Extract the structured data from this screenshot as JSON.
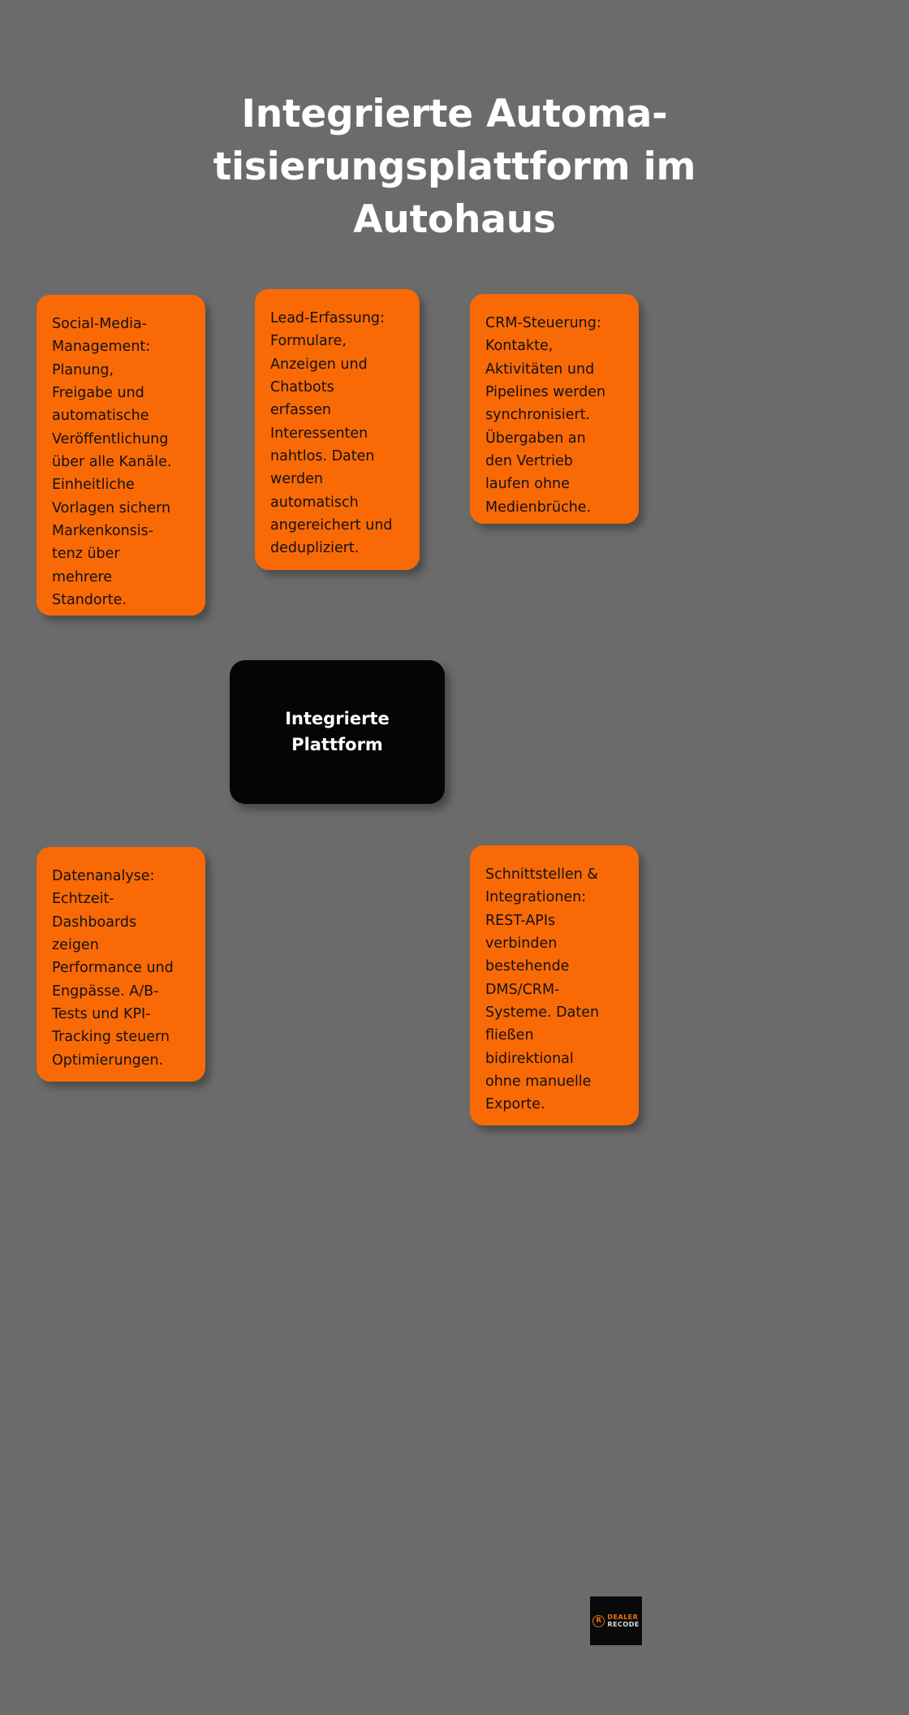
{
  "background_color": "#6b6b6b",
  "accent_color": "#f96a06",
  "node_color": "#050505",
  "title": {
    "full": "Integrierte Automatisierungsplattform im Autohaus",
    "lines": [
      "Integrierte Automa-",
      "tisierungsplattform im",
      "Autohaus"
    ]
  },
  "center_node": {
    "label": "Integrierte\nPlattform"
  },
  "cards": [
    {
      "id": "social",
      "title": "Social-Media-Management",
      "text": "Social-Media-\nManagement:\nPlanung,\nFreigabe und\nautomatische\nVeröffentlichung\nüber alle Kanäle.\nEinheitliche\nVorlagen sichern\nMarkenkonsis-\ntenz über\nmehrere\nStandorte."
    },
    {
      "id": "lead",
      "title": "Lead-Erfassung",
      "text": "Lead-Erfassung:\nFormulare,\nAnzeigen und\nChatbots\nerfassen\nInteressenten\nnahtlos. Daten\nwerden\nautomatisch\nangereichert und\ndedupliziert."
    },
    {
      "id": "crm",
      "title": "CRM-Steuerung",
      "text": "CRM-Steuerung:\nKontakte,\nAktivitäten und\nPipelines werden\nsynchronisiert.\nÜbergaben an\nden Vertrieb\nlaufen ohne\nMedienbrüche."
    },
    {
      "id": "data",
      "title": "Datenanalyse",
      "text": "Datenanalyse:\nEchtzeit-\nDashboards\nzeigen\nPerformance und\nEngpässe. A/B-\nTests und KPI-\nTracking steuern\nOptimierungen."
    },
    {
      "id": "api",
      "title": "Schnittstellen & Integrationen",
      "text": "Schnittstellen &\nIntegrationen:\nREST-APIs\nverbinden\nbestehende\nDMS/CRM-\nSysteme. Daten\nfließen\nbidirektional\nohne manuelle\nExporte."
    }
  ],
  "logo": {
    "mark_letter": "R",
    "word_top": "DEALER",
    "word_bottom": "RECODE"
  }
}
